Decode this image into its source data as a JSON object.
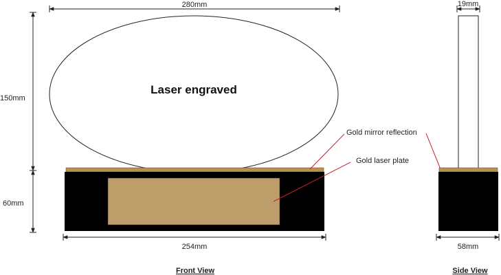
{
  "colors": {
    "base": "#000000",
    "gold": "#bd9e6a",
    "gold_strip": "#b8924e",
    "leader": "#c8202a",
    "line": "#222222"
  },
  "front_view": {
    "engraving_label": "Laser engraved",
    "width_top": "280mm",
    "height_top": "150mm",
    "height_base": "60mm",
    "width_base": "254mm",
    "title": "Front View"
  },
  "side_view": {
    "thickness": "19mm",
    "width_base": "58mm",
    "title": "Side View"
  },
  "callouts": {
    "mirror": "Gold mirror reflection",
    "plate": "Gold laser plate"
  }
}
